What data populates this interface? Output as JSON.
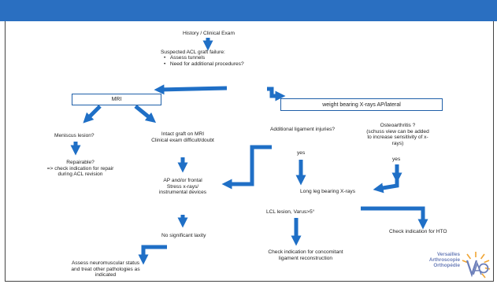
{
  "colors": {
    "header": "#2a6fc1",
    "arrow": "#1f6fc6",
    "box_border": "#1f5fa8"
  },
  "nodes": {
    "history": "History / Clinical Exam",
    "suspected_title": "Suspected ACL graft failure:",
    "suspected_b1": "Assess tunnels",
    "suspected_b2": "Need for additional procedures?",
    "bullet": "•",
    "mri": "MRI",
    "xrays": "weight bearing X-rays AP/lateral",
    "meniscus": "Meniscus lesion?",
    "repairable_1": "Repairable?",
    "repairable_2": "=> check indication for repair",
    "repairable_3": "during ACL revision",
    "intact_1": "Intact graft on MRI",
    "intact_2": "Clinical exam difficult/doubt",
    "additional_lig": "Additional ligament injuries?",
    "osteo_1": "Osteoarthritis ?",
    "osteo_2": "(schuss view can be added",
    "osteo_3": "to increase sensitivity of x-",
    "osteo_4": "rays)",
    "yes_1": "yes",
    "yes_2": "yes",
    "ap_1": "AP and/or frontal",
    "ap_2": "Stress x-rays/",
    "ap_3": "instrumental devices",
    "long_leg": "Long leg bearing X-rays",
    "lcl": "LCL lesion, Varus>5°",
    "hto": "Check indication for HTO",
    "no_laxity": "No significant laxity",
    "concomitant_1": "Check indication for concomitant",
    "concomitant_2": "ligament reconstruction",
    "assess_1": "Assess neuromuscular status",
    "assess_2": "and treat other pathologies as",
    "assess_3": "indicated"
  },
  "logo": {
    "line1": "Versailles",
    "line2": "Arthroscopie",
    "line3": "Orthopédie",
    "mark": "VAO"
  }
}
